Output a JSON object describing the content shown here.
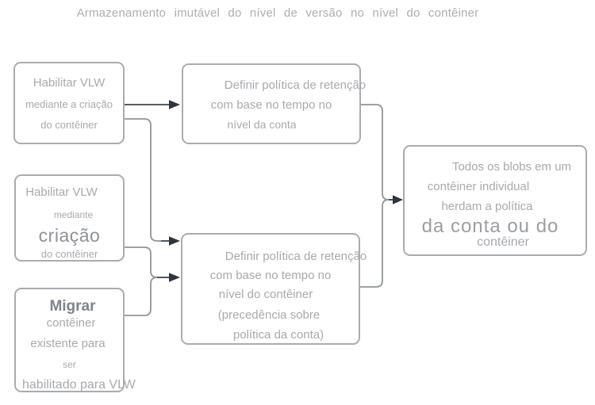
{
  "title": "Armazenamento  imutável  do  nível  de  versão  no  nível  do  contêiner",
  "boxes": {
    "enable_vlw_at_creation": {
      "lines": [
        "Habilitar VLW",
        "mediante a criação",
        "do contêiner"
      ]
    },
    "enable_vlw_via_creation": {
      "lines": [
        "Habilitar VLW",
        "mediante",
        "criação",
        "do contêiner"
      ]
    },
    "migrate_existing_container": {
      "lines": [
        "Migrar",
        "contêiner",
        "existente para",
        "ser",
        "habilitado para VLW"
      ]
    },
    "account_level_policy": {
      "lines": [
        "Definir política de retenção",
        "com base no tempo no",
        "nível da conta"
      ]
    },
    "container_level_policy": {
      "lines": [
        "Definir política de retenção",
        "com base no tempo no",
        "nível do contêiner",
        "(precedência sobre",
        "política da conta)"
      ]
    },
    "blobs_inherit_policy": {
      "lines": [
        "Todos os blobs em um",
        "contêiner individual",
        "herdam a política",
        "da conta ou do",
        "contêiner"
      ]
    }
  },
  "colors": {
    "background": "#ffffff",
    "box_border": "#a8acb0",
    "text_light": "#a6aaae",
    "text_medium": "#8d9197",
    "text_dark": "#7f848b",
    "title_text": "#abaeb3",
    "connector_line": "#8f959b",
    "arrow_line": "#3d454f",
    "arrowhead": "#2e3540"
  }
}
